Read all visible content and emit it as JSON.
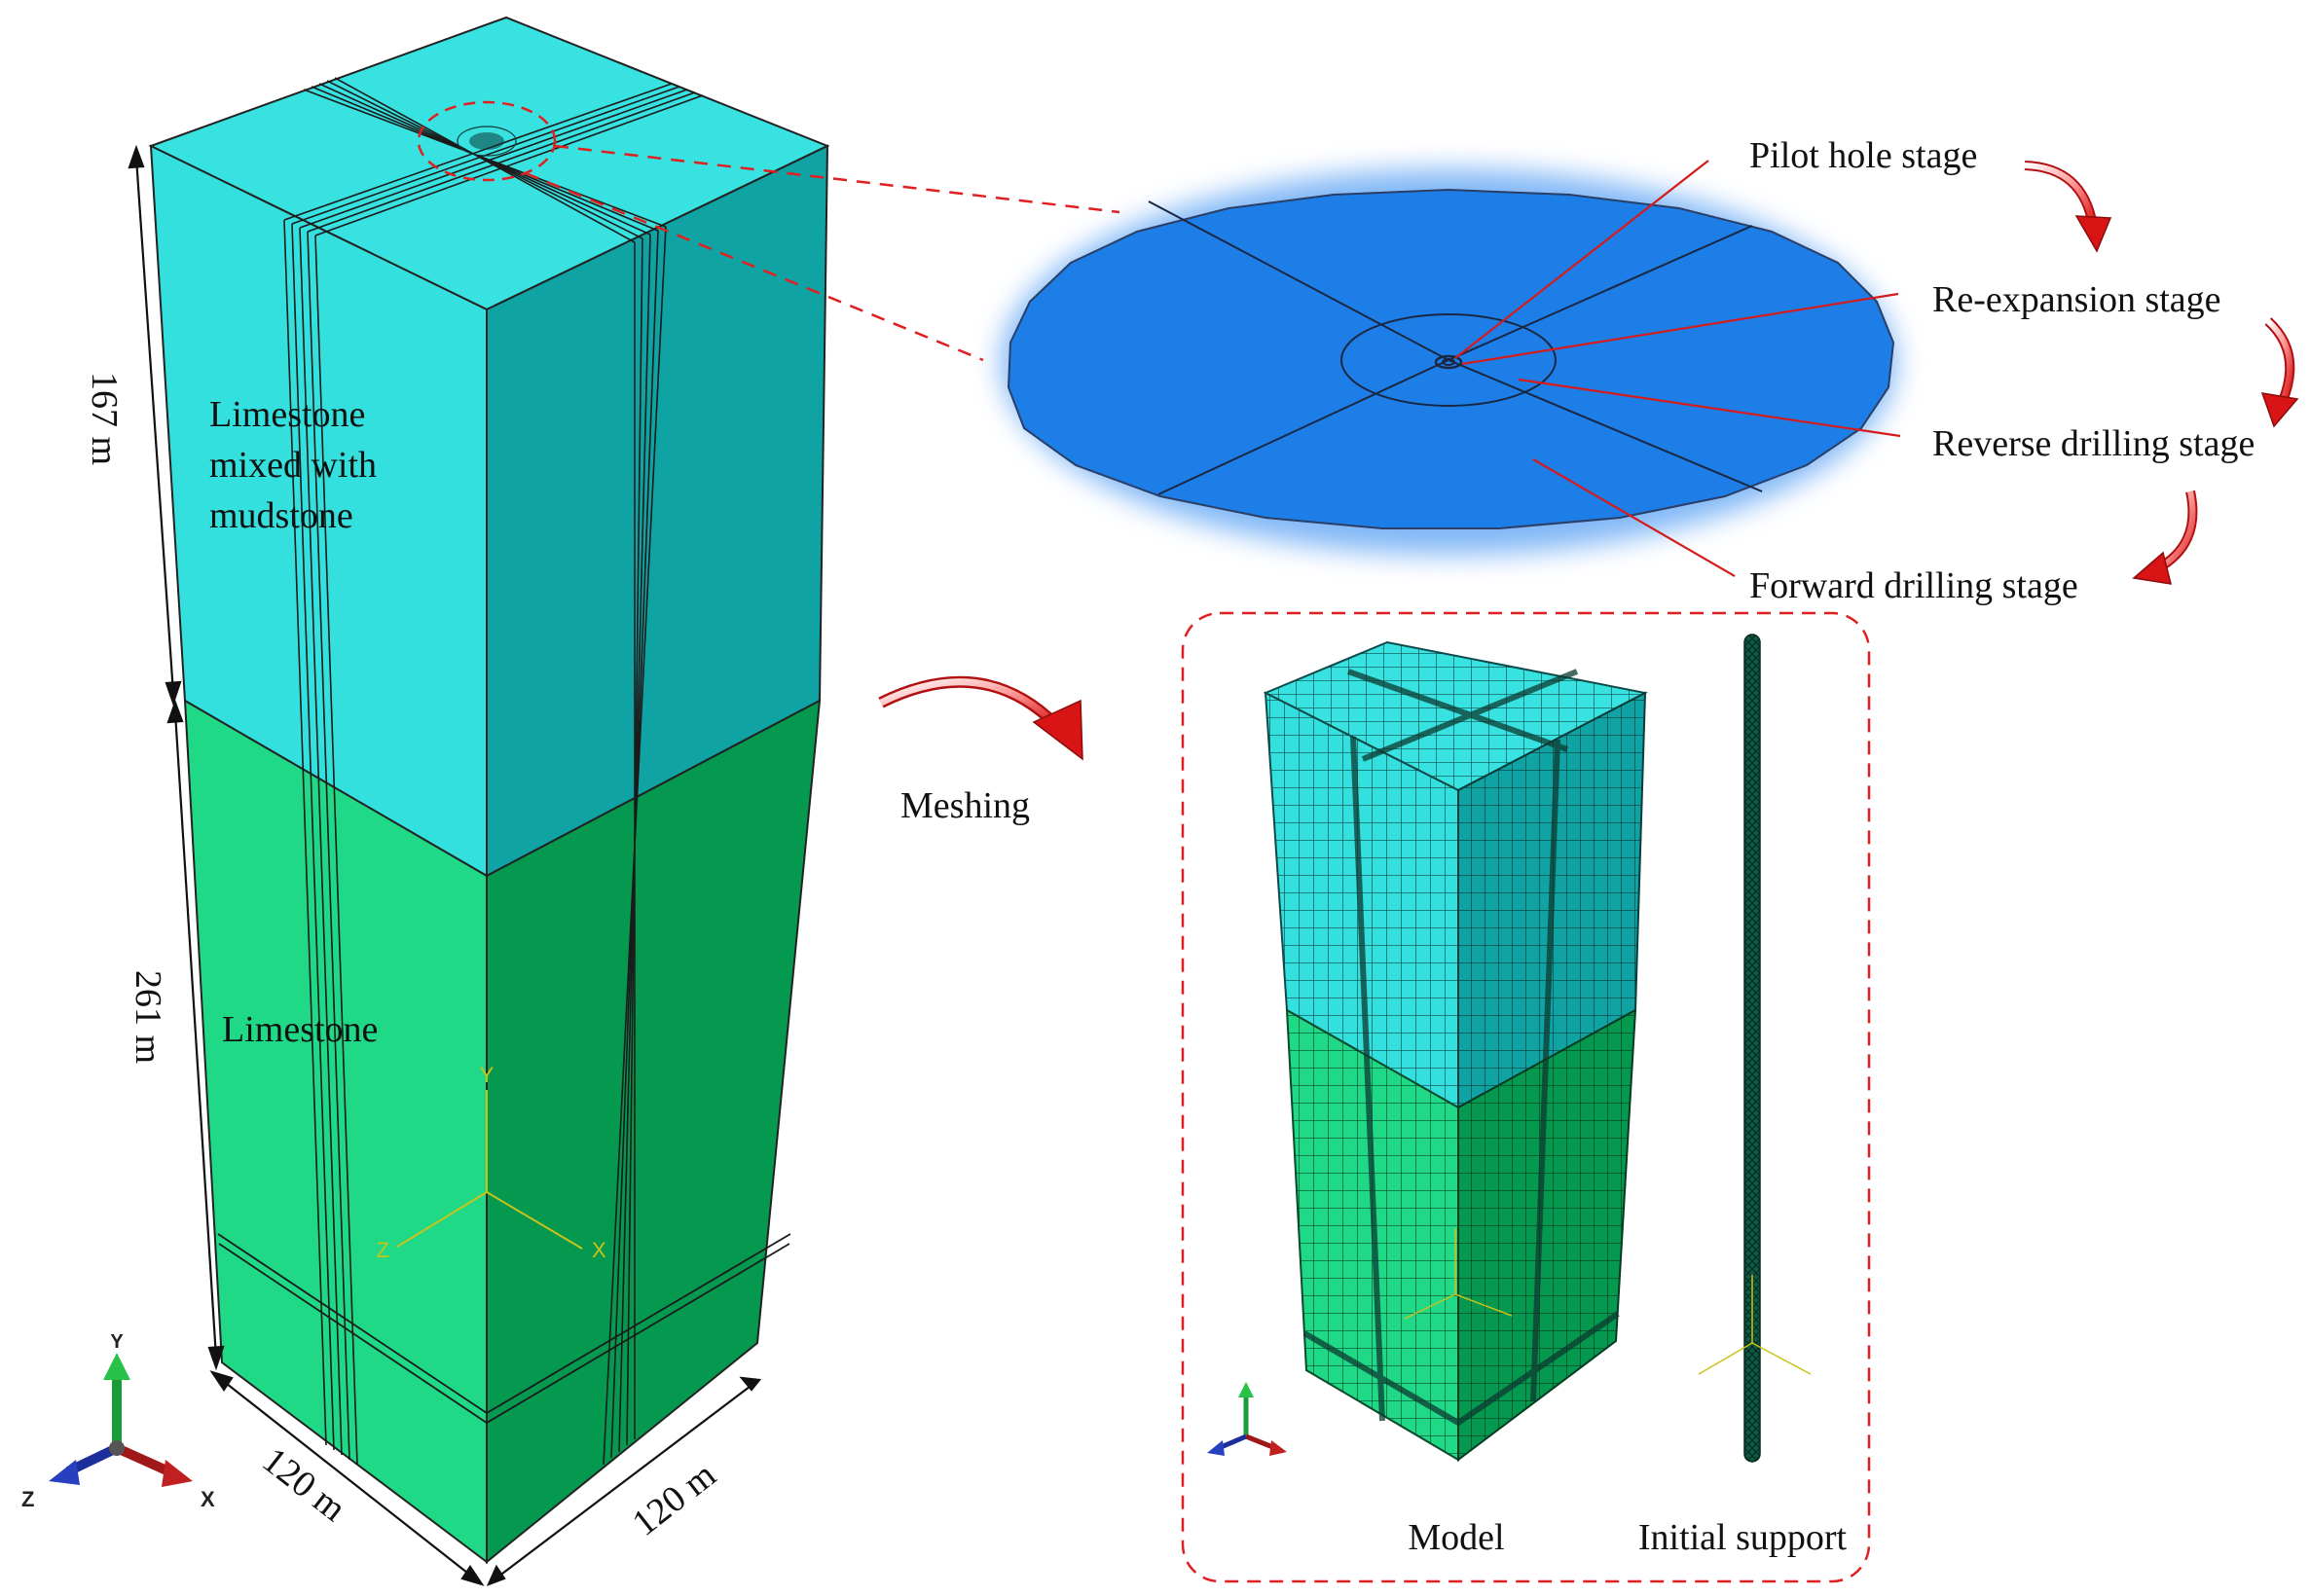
{
  "labels": {
    "pilot": "Pilot hole stage",
    "reexpansion": "Re-expansion stage",
    "reverse": "Reverse drilling stage",
    "forward": "Forward drilling stage",
    "meshing": "Meshing",
    "model": "Model",
    "support": "Initial support",
    "upper_layer_line1": "Limestone",
    "upper_layer_line2": "mixed with",
    "upper_layer_line3": "mudstone",
    "lower_layer": "Limestone",
    "dim_upper": "167 m",
    "dim_lower": "261 m",
    "dim_width_left": "120 m",
    "dim_width_right": "120 m",
    "axis_y": "Y",
    "axis_x": "X",
    "axis_z": "Z"
  },
  "colors": {
    "upper_front": "#33e0dd",
    "upper_side": "#10a3a4",
    "upper_top": "#38e2e0",
    "lower_front": "#1fd986",
    "lower_side": "#05984f",
    "disc": "#1d7ee8",
    "dashed": "#e02020",
    "leader": "#d41c1c",
    "axis_yellow": "#c9c41a"
  },
  "icons": [
    "red-curved-arrow-icon",
    "axis-triad-icon"
  ]
}
